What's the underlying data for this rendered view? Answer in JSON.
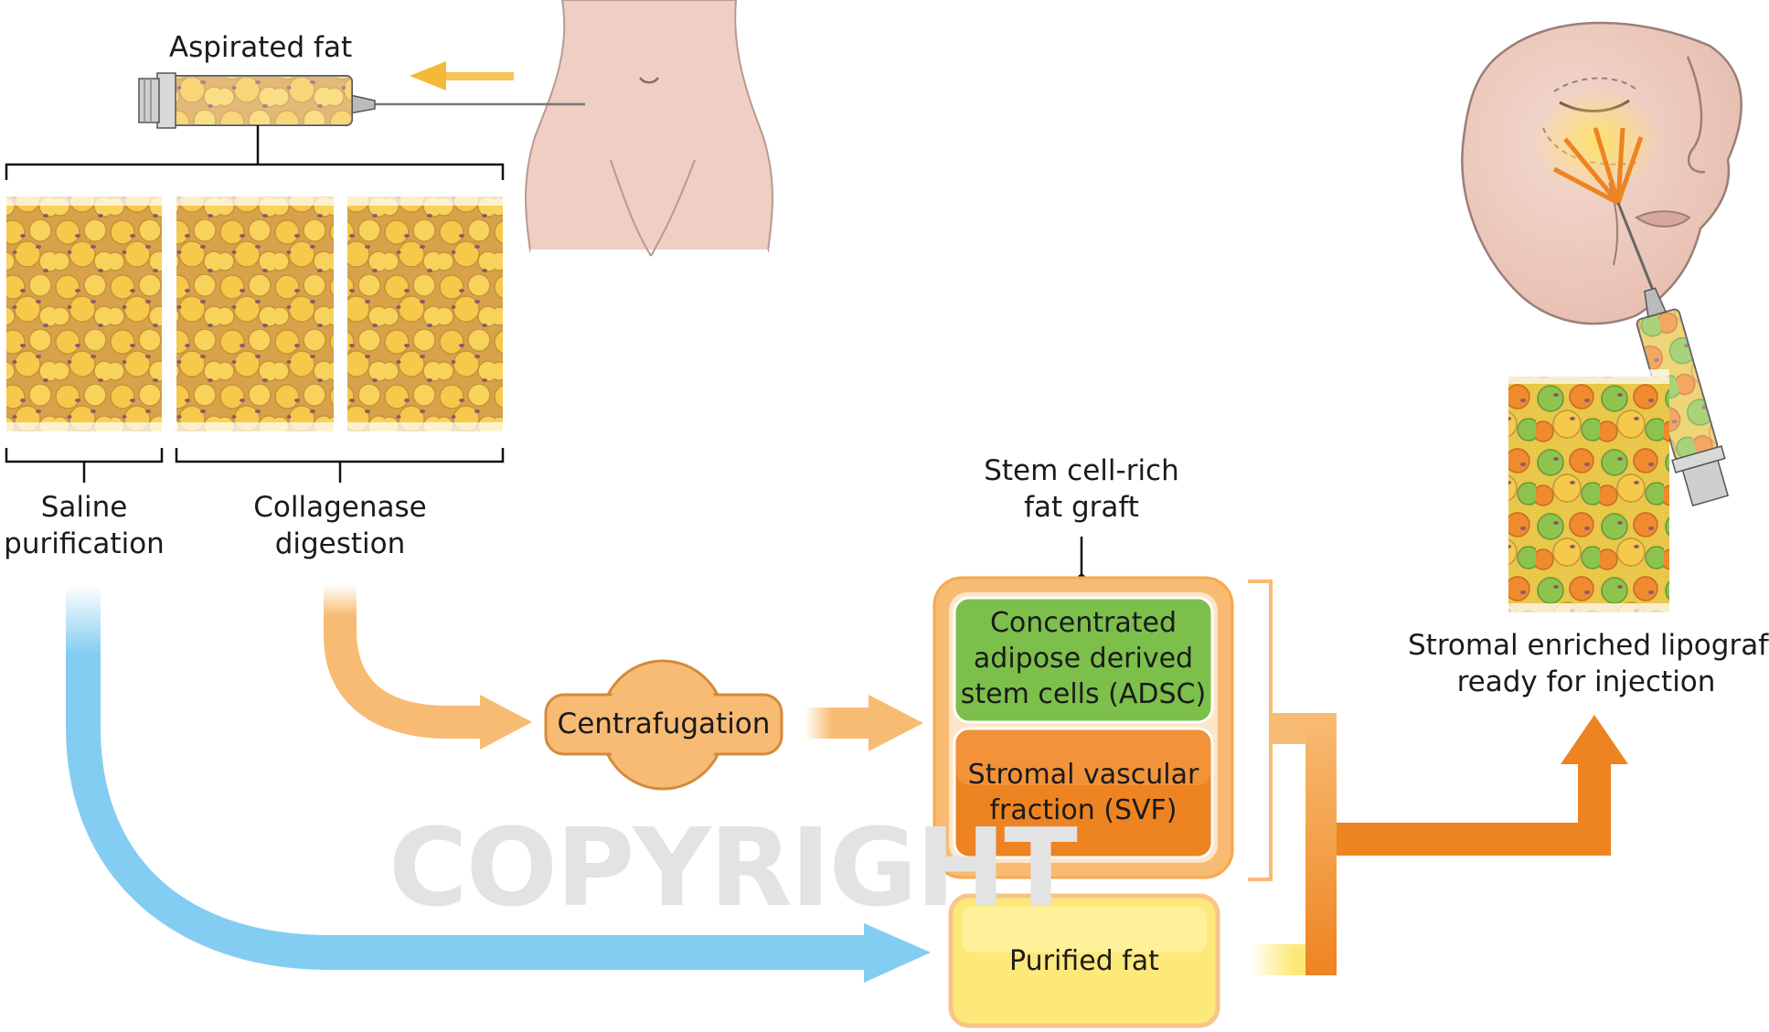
{
  "labels": {
    "aspirated_fat": "Aspirated fat",
    "saline_1": "Saline",
    "saline_2": "purification",
    "collagenase_1": "Collagenase",
    "collagenase_2": "digestion",
    "centrifugation": "Centrafugation",
    "stem_rich_1": "Stem cell-rich",
    "stem_rich_2": "fat graft",
    "adsc_1": "Concentrated",
    "adsc_2": "adipose derived",
    "adsc_3": "stem cells (ADSC)",
    "svf_1": "Stromal vascular",
    "svf_2": "fraction (SVF)",
    "purified": "Purified fat",
    "result_1": "Stromal enriched lipograft",
    "result_2": "ready for injection"
  },
  "watermark": "COPYRIGHT",
  "colors": {
    "blue_arrow": "#83cdf2",
    "orange_light": "#f8bb74",
    "orange_dark": "#ee8322",
    "green": "#7dbf4b",
    "yellow": "#fde97a",
    "fat_cell": "#f6c94a",
    "skin": "#efcfc4"
  }
}
